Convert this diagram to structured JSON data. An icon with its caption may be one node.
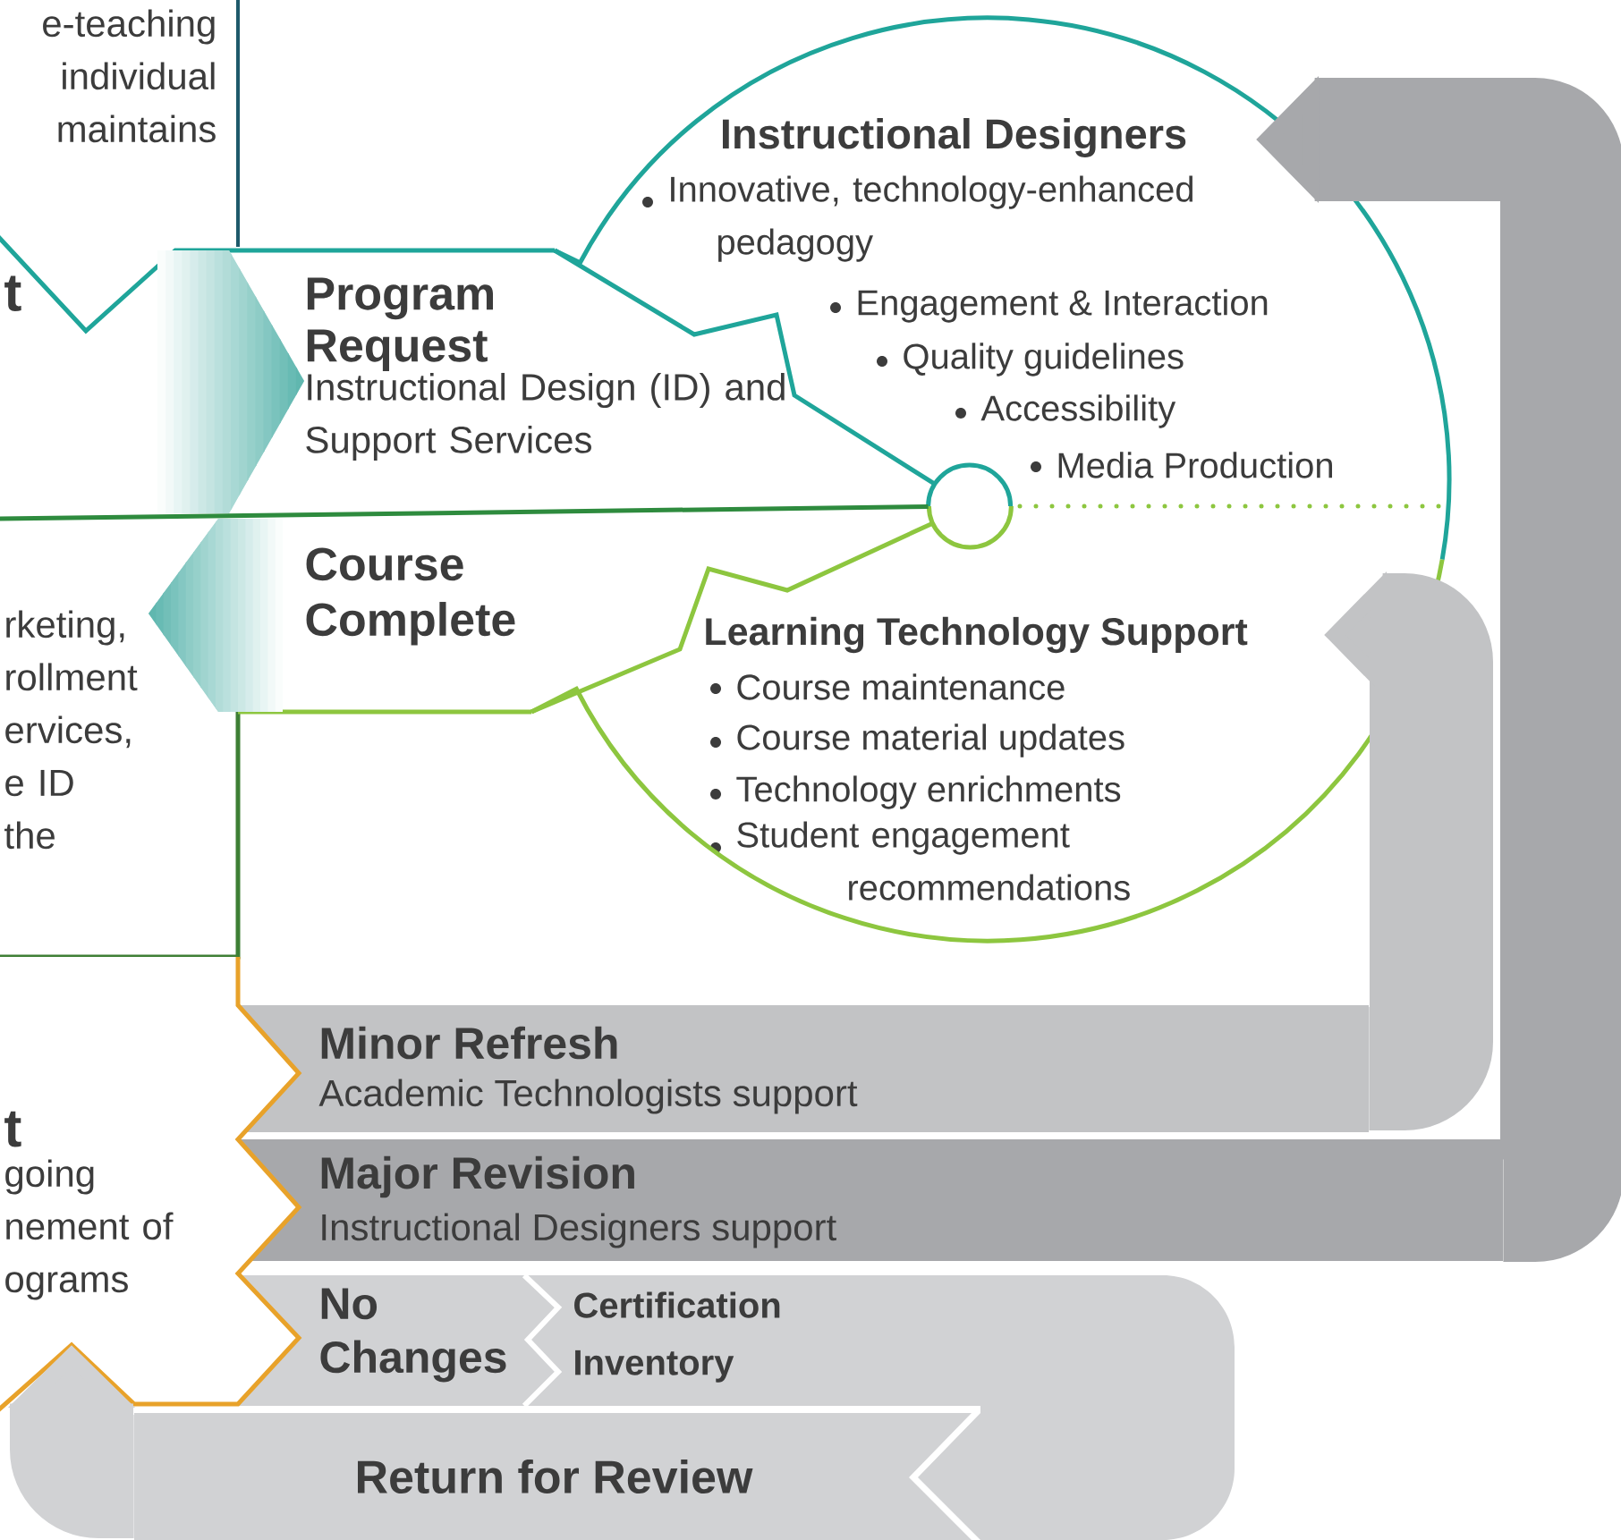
{
  "diagram": {
    "nodes": [
      {
        "text": [
          "e-teaching individual maintains"
        ]
      },
      {
        "text": [
          "t"
        ]
      },
      {
        "text": [
          "Program Request",
          "Instructional Design (ID) and Support Services"
        ]
      },
      {
        "text": [
          "rketing, rollment ervices, e ID the"
        ]
      },
      {
        "text": [
          "Course Complete"
        ]
      },
      {
        "text": [
          "Instructional Designers",
          "Innovative, technology-enhanced pedagogy",
          "Engagement & Interaction",
          "Quality guidelines",
          "Accessibility",
          "Media Production",
          "Learning Technology Support",
          "Course maintenance",
          "Course material updates",
          "Technology enrichments",
          "Student engagement recommendations"
        ]
      },
      {
        "text": [],
        "shape": "circle",
        "in": 5
      },
      {
        "text": [
          "t",
          "going nement of ograms"
        ]
      },
      {
        "text": [
          "Minor Refresh",
          "Academic Technologists support"
        ]
      },
      {
        "text": [
          "Major Revision",
          "Instructional Designers support"
        ]
      },
      {
        "text": [
          "No Changes"
        ]
      },
      {
        "text": [
          "Certification Inventory"
        ]
      },
      {
        "text": [
          "Return for Review"
        ]
      }
    ],
    "edges": [
      {
        "from": 1,
        "to": 2,
        "arrow": "to",
        "color": "#5bb5ad"
      },
      {
        "from": 4,
        "to": 3,
        "arrow": "to",
        "color": "#5bb5ad"
      },
      {
        "from": 2,
        "to": 6,
        "arrow": "none",
        "color": "#1fa59a"
      },
      {
        "from": 3,
        "to": 6,
        "arrow": "none",
        "color": "#2e8b3e"
      },
      {
        "from": 4,
        "to": 6,
        "arrow": "none",
        "color": "#8dc63f"
      },
      {
        "from": 8,
        "to": 5,
        "arrow": "to",
        "style": "thick",
        "color": "#c2c3c5"
      },
      {
        "from": 9,
        "to": 5,
        "arrow": "to",
        "style": "thick",
        "color": "#a7a8ab"
      },
      {
        "from": 12,
        "to": 7,
        "arrow": "to",
        "style": "thick",
        "color": "#d1d2d4"
      },
      {
        "from": 2,
        "to": 5,
        "arrow": "none",
        "color": "#1fa59a"
      },
      {
        "from": 4,
        "to": 5,
        "arrow": "none",
        "color": "#8dc63f"
      }
    ]
  }
}
